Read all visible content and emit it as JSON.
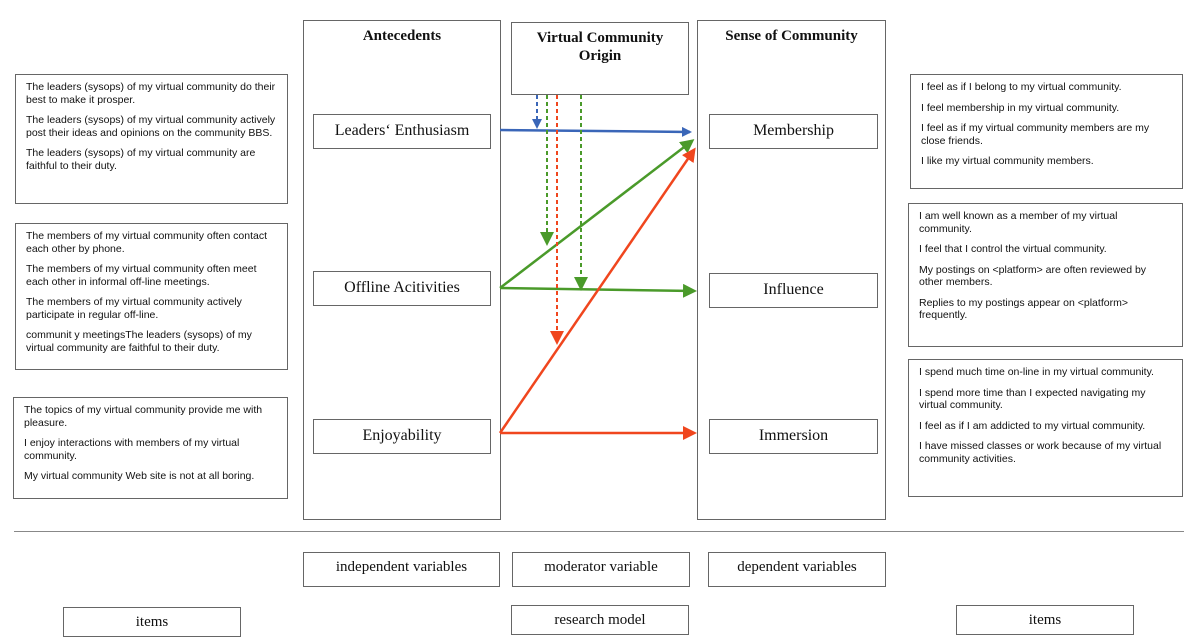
{
  "columns": {
    "antecedents": "Antecedents",
    "origin": "Virtual Community Origin",
    "sense": "Sense of Community"
  },
  "constructs": {
    "leaders": "Leaders‘ Enthusiasm",
    "offline": "Offline Acitivities",
    "enjoy": "Enjoyability",
    "membership": "Membership",
    "influence": "Influence",
    "immersion": "Immersion"
  },
  "left_items": [
    [
      "The leaders (sysops) of my virtual community do their best to make it prosper.",
      "The leaders (sysops) of my virtual community actively post their ideas and opinions on the community BBS.",
      "The leaders (sysops) of my virtual community are faithful to their duty."
    ],
    [
      "The members of my virtual community often contact each other by phone.",
      "The members of my virtual community often meet each other in informal off-line meetings.",
      "The members of my virtual community actively participate in regular off-line.",
      "communit y meetingsThe leaders (sysops) of my virtual community are faithful to their duty."
    ],
    [
      "The topics of my virtual community provide me with pleasure.",
      "I enjoy interactions with members of my virtual community.",
      "My virtual community Web site is not at all boring."
    ]
  ],
  "right_items": [
    [
      "I feel as if I belong to my virtual community.",
      "I feel membership in my virtual community.",
      "I feel as if my virtual community members are my close friends.",
      "I like my virtual community members."
    ],
    [
      "I am well known as a member of my virtual community.",
      "I feel that I control the virtual community.",
      "My postings on <platform> are often reviewed by other members.",
      "Replies to my postings appear on <platform> frequently."
    ],
    [
      "I spend much time on-line in my virtual community.",
      "I spend more time than I expected navigating my virtual community.",
      "I feel as if I am addicted to my virtual community.",
      "I have missed classes or work because of my virtual community activities."
    ]
  ],
  "bottom_labels": {
    "independent": "independent variables",
    "moderator": "moderator variable",
    "dependent": "dependent variables",
    "items_left": "items",
    "research_model": "research model",
    "items_right": "items"
  },
  "colors": {
    "blue": "#3a66b8",
    "green": "#4a9a2a",
    "red": "#f0461e"
  }
}
